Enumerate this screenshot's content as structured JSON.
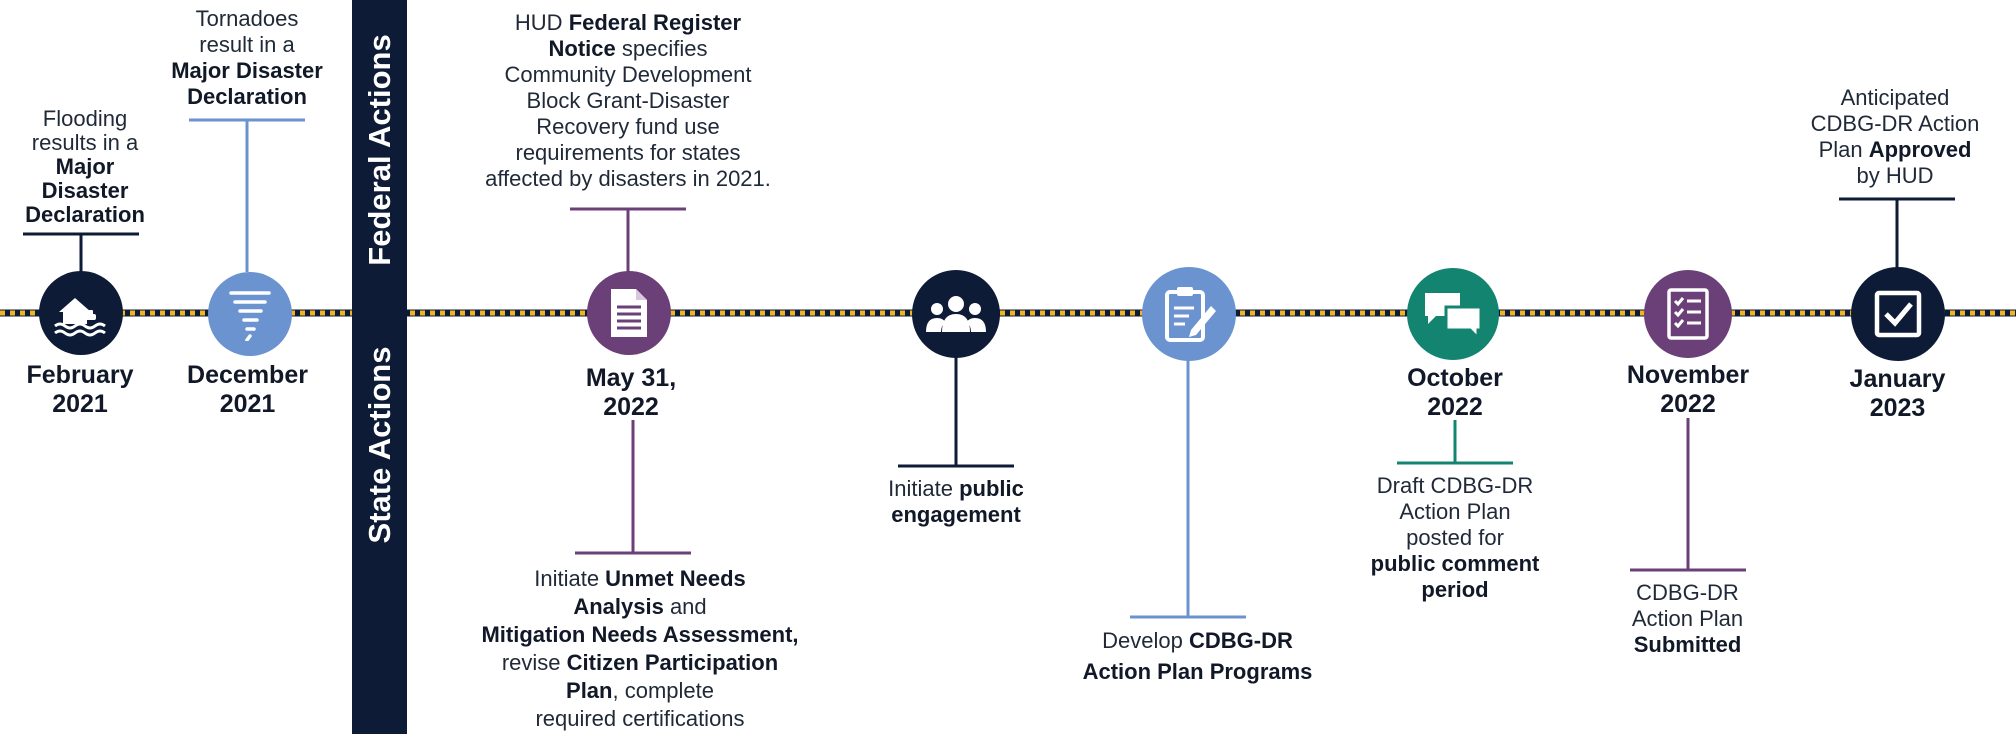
{
  "labels": {
    "federal": "Federal Actions",
    "state": "State Actions"
  },
  "colors": {
    "navy": "#0d1b36",
    "blue": "#6b93cf",
    "purple": "#6b3f78",
    "teal": "#13846f",
    "timeline_gold": "#f0b323",
    "timeline_dark": "#0d1b36"
  },
  "milestones": [
    {
      "id": "feb-2021",
      "icon": "flood-house-icon",
      "date_lines": [
        "February",
        "2021"
      ],
      "note": [
        [
          "Flooding"
        ],
        [
          "results in a"
        ],
        [
          {
            "b": "Major"
          }
        ],
        [
          {
            "b": "Disaster"
          }
        ],
        [
          {
            "b": "Declaration"
          }
        ]
      ]
    },
    {
      "id": "dec-2021",
      "icon": "tornado-icon",
      "date_lines": [
        "December",
        "2021"
      ],
      "note": [
        [
          "Tornadoes"
        ],
        [
          "result in a"
        ],
        [
          {
            "b": "Major Disaster"
          }
        ],
        [
          {
            "b": "Declaration"
          }
        ]
      ]
    },
    {
      "id": "may-2022",
      "icon": "document-icon",
      "date_lines": [
        "May 31,",
        "2022"
      ],
      "note_above": [
        [
          "HUD ",
          {
            "b": "Federal Register"
          }
        ],
        [
          {
            "b": "Notice"
          },
          " specifies"
        ],
        [
          "Community Development"
        ],
        [
          "Block Grant-Disaster"
        ],
        [
          "Recovery fund use"
        ],
        [
          "requirements for states"
        ],
        [
          "affected by disasters in 2021."
        ]
      ],
      "note_below": [
        [
          "Initiate ",
          {
            "b": "Unmet Needs"
          }
        ],
        [
          {
            "b": "Analysis"
          },
          " and"
        ],
        [
          {
            "b": "Mitigation Needs Assessment,"
          }
        ],
        [
          "revise ",
          {
            "b": "Citizen Participation"
          }
        ],
        [
          {
            "b": "Plan"
          },
          ", complete"
        ],
        [
          "required certifications"
        ]
      ]
    },
    {
      "id": "engagement",
      "icon": "people-group-icon",
      "date_lines": [],
      "note": [
        [
          "Initiate ",
          {
            "b": "public"
          }
        ],
        [
          {
            "b": "engagement"
          }
        ]
      ]
    },
    {
      "id": "programs",
      "icon": "clipboard-pencil-icon",
      "date_lines": [],
      "note": [
        [
          "Develop ",
          {
            "b": "CDBG-DR"
          }
        ],
        [
          {
            "b": "Action Plan Programs"
          }
        ]
      ]
    },
    {
      "id": "oct-2022",
      "icon": "chat-bubbles-icon",
      "date_lines": [
        "October",
        "2022"
      ],
      "note": [
        [
          "Draft CDBG-DR"
        ],
        [
          "Action Plan"
        ],
        [
          "posted for"
        ],
        [
          {
            "b": "public comment"
          }
        ],
        [
          {
            "b": "period"
          }
        ]
      ]
    },
    {
      "id": "nov-2022",
      "icon": "checklist-icon",
      "date_lines": [
        "November",
        "2022"
      ],
      "note": [
        [
          "CDBG-DR"
        ],
        [
          "Action Plan"
        ],
        [
          {
            "b": "Submitted"
          }
        ]
      ]
    },
    {
      "id": "jan-2023",
      "icon": "checkbox-icon",
      "date_lines": [
        "January",
        "2023"
      ],
      "note": [
        [
          "Anticipated"
        ],
        [
          "CDBG-DR Action"
        ],
        [
          "Plan ",
          {
            "b": "Approved"
          }
        ],
        [
          "by HUD"
        ]
      ]
    }
  ]
}
